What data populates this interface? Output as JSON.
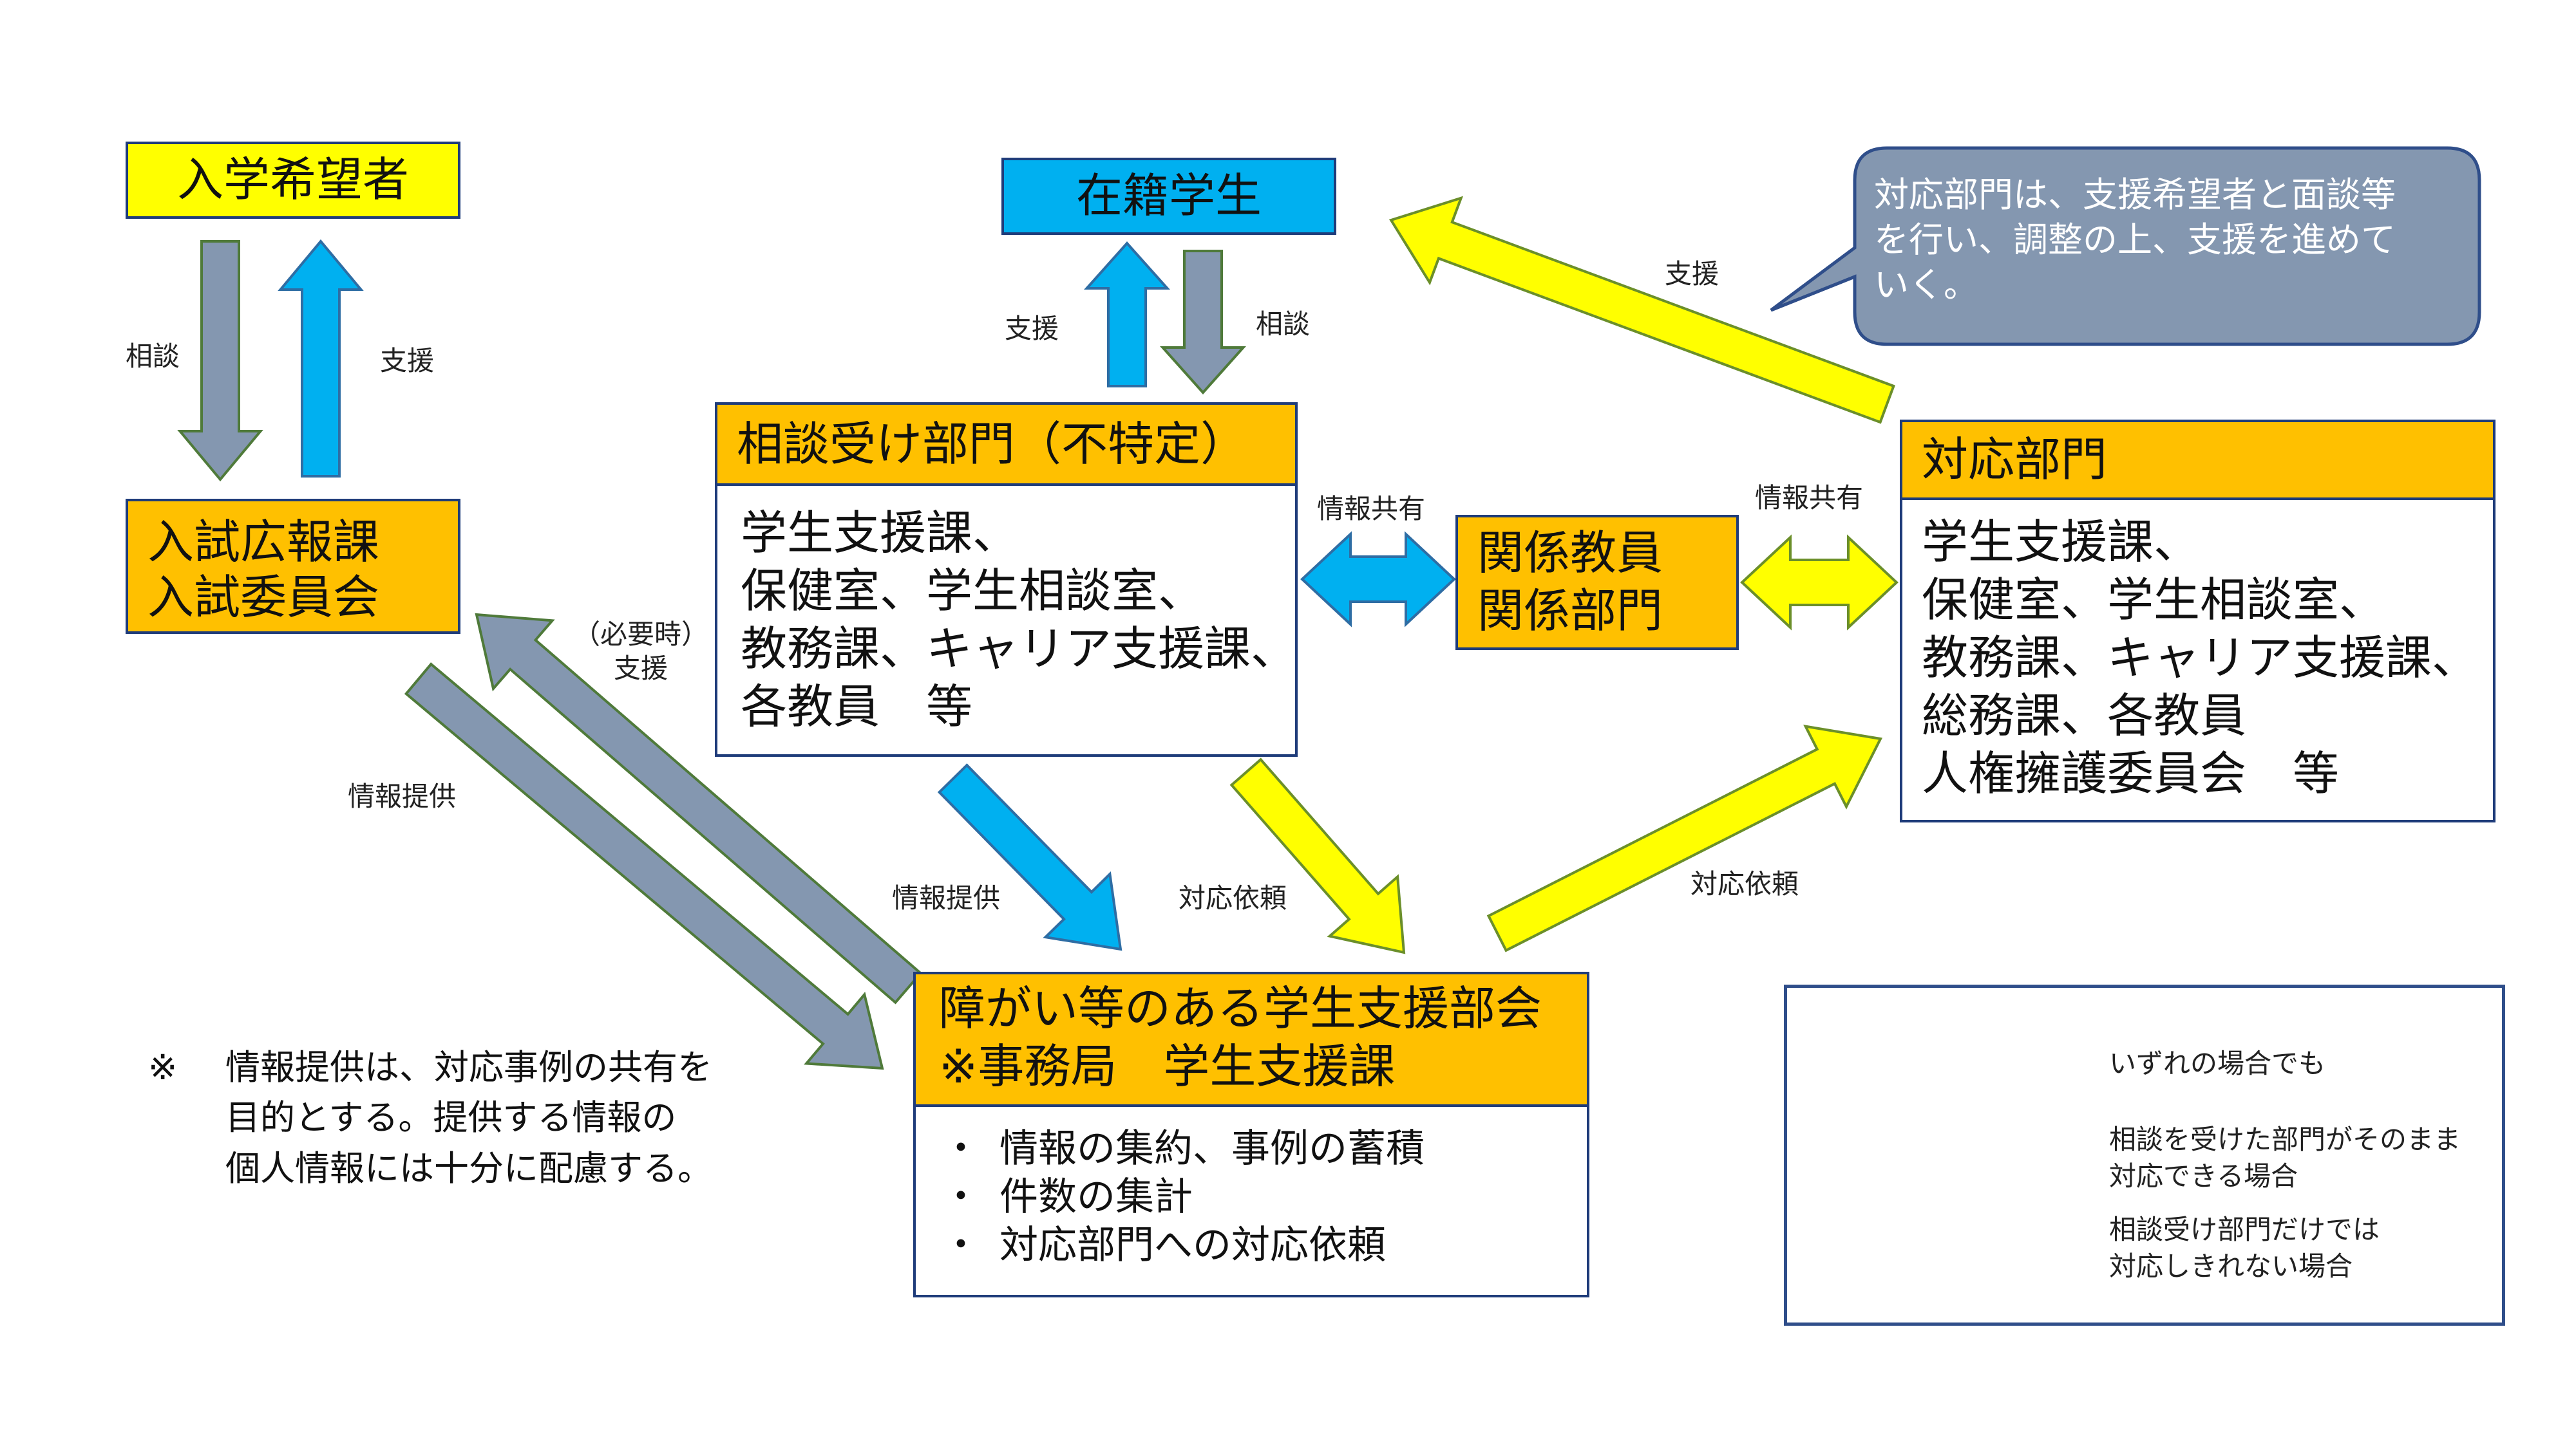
{
  "nodes": {
    "applicants": "入学希望者",
    "enrolled": "在籍学生",
    "admissions": [
      "入試広報課",
      "入試委員会"
    ],
    "consult_dept_title": "相談受け部門（不特定）",
    "consult_dept_items": [
      "学生支援課、",
      "保健室、学生相談室、",
      "教務課、キャリア支援課、",
      "各教員　等"
    ],
    "related": [
      "関係教員",
      "関係部門"
    ],
    "response_dept_title": "対応部門",
    "response_dept_items": [
      "学生支援課、",
      "保健室、学生相談室、",
      "教務課、キャリア支援課、",
      "総務課、各教員",
      "人権擁護委員会　等"
    ],
    "committee_title": [
      "障がい等のある学生支援部会",
      "※事務局　学生支援課"
    ],
    "committee_items": [
      "情報の集約、事例の蓄積",
      "件数の集計",
      "対応部門への対応依頼"
    ],
    "bullet": "・"
  },
  "callout": [
    "対応部門は、支援希望者と面談等",
    "を行い、調整の上、支援を進めて",
    "いく。"
  ],
  "arrow_labels": {
    "applicant_consult": "相談",
    "applicant_support": "支援",
    "enrolled_support": "支援",
    "enrolled_consult": "相談",
    "info_share_left": "情報共有",
    "info_share_right": "情報共有",
    "response_support": "支援",
    "admissions_support": [
      "（必要時）",
      "支援"
    ],
    "admissions_info": "情報提供",
    "consult_info": "情報提供",
    "consult_request": "対応依頼",
    "committee_request": "対応依頼"
  },
  "note": {
    "mark": "※",
    "lines": [
      "情報提供は、対応事例の共有を",
      "目的とする。提供する情報の",
      "個人情報には十分に配慮する。"
    ]
  },
  "legend": [
    {
      "color": "gray",
      "lines": [
        "いずれの場合でも"
      ]
    },
    {
      "color": "blue",
      "lines": [
        "相談を受けた部門がそのまま",
        "対応できる場合"
      ]
    },
    {
      "color": "yellow",
      "lines": [
        "相談受け部門だけでは",
        "対応しきれない場合"
      ]
    }
  ],
  "colors": {
    "gray": "#8497b0",
    "blue": "#00b0f0",
    "yellow": "#ffff00",
    "orange": "#ffc000",
    "callout": "#8497b0"
  }
}
